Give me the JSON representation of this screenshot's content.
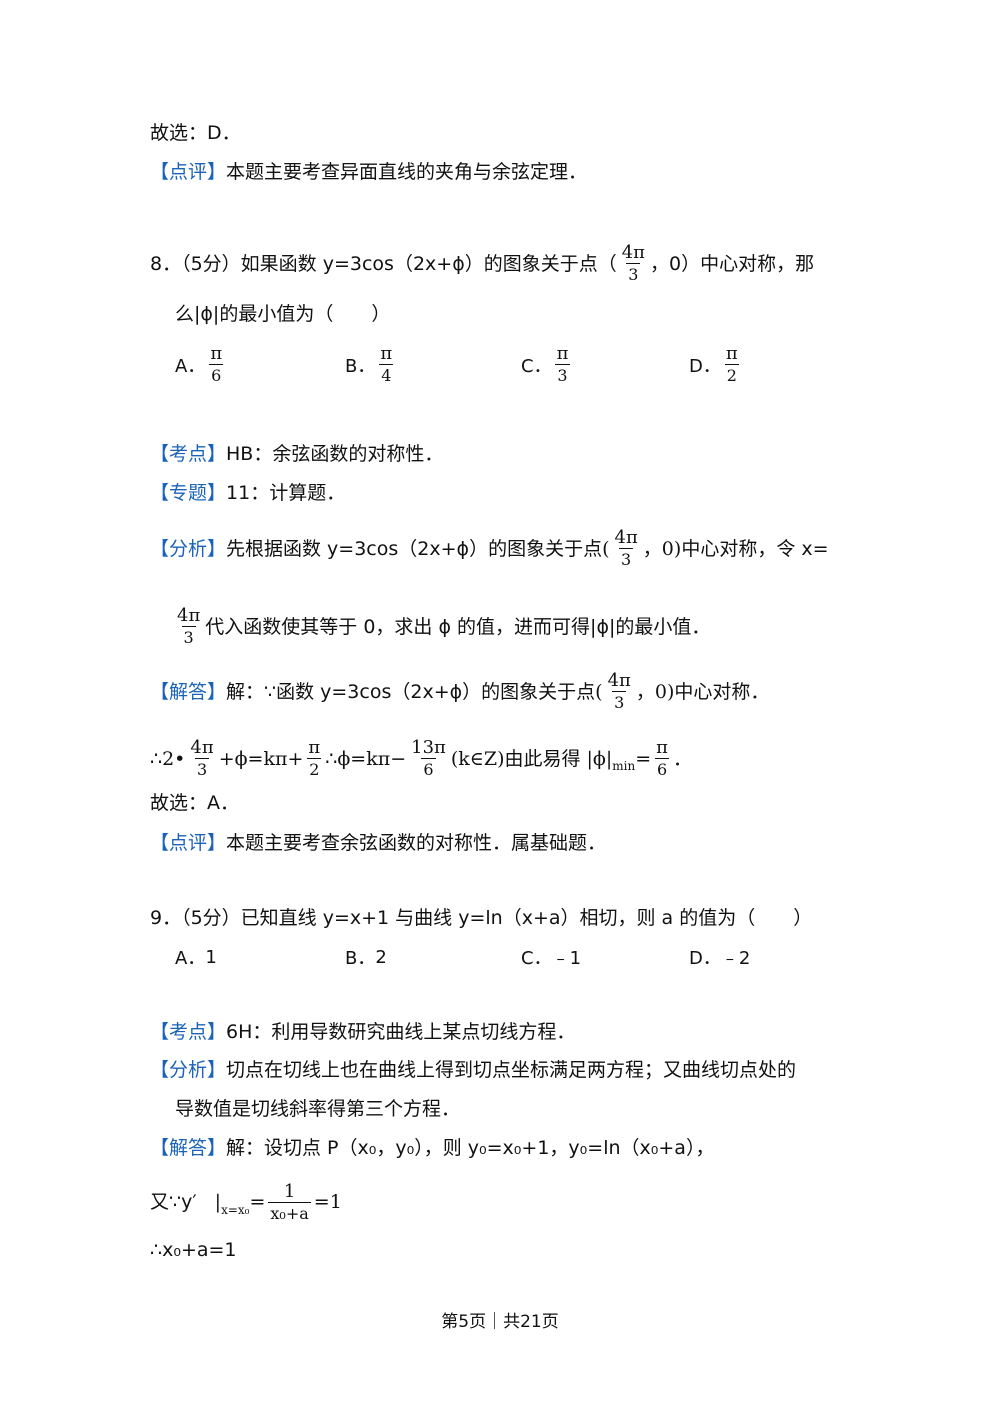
{
  "top": {
    "answer_d": "故选：D．",
    "review_tag": "【点评】",
    "review_text": "本题主要考查异面直线的夹角与余弦定理．"
  },
  "q8": {
    "stem_a": "8．（5分）如果函数 y=3cos（2x+ϕ）的图象关于点（",
    "frac_num": "4π",
    "frac_den": "3",
    "stem_b": "，0）中心对称，那",
    "stem_c": "么|ϕ|的最小值为（　　）",
    "options": [
      {
        "label": "A．",
        "num": "π",
        "den": "6"
      },
      {
        "label": "B．",
        "num": "π",
        "den": "4"
      },
      {
        "label": "C．",
        "num": "π",
        "den": "3"
      },
      {
        "label": "D．",
        "num": "π",
        "den": "2"
      }
    ],
    "kaodian_tag": "【考点】",
    "kaodian_text": "HB：余弦函数的对称性．",
    "zhuanti_tag": "【专题】",
    "zhuanti_text": "11：计算题．",
    "fenxi_tag": "【分析】",
    "fenxi_a": "先根据函数 y=3cos（2x+ϕ）的图象关于点",
    "fenxi_paren_open": "(",
    "fenxi_num": "4π",
    "fenxi_den": "3",
    "fenxi_b": "，0)",
    "fenxi_c": "中心对称，令 x=",
    "fenxi2_num": "4π",
    "fenxi2_den": "3",
    "fenxi2_text": "代入函数使其等于 0，求出 ϕ 的值，进而可得|ϕ|的最小值．",
    "jieda_tag": "【解答】",
    "jieda_a": "解：∵函数 y=3cos（2x+ϕ）的图象关于点",
    "jieda_paren_open": "(",
    "jieda_num": "4π",
    "jieda_den": "3",
    "jieda_b": "，0)",
    "jieda_c": "中心对称．",
    "eq_a": "∴2•",
    "eq_f1_num": "4π",
    "eq_f1_den": "3",
    "eq_b": "+ϕ=kπ+",
    "eq_f2_num": "π",
    "eq_f2_den": "2",
    "eq_c": "∴ϕ=kπ−",
    "eq_f3_num": "13π",
    "eq_f3_den": "6",
    "eq_d": "(k∈Z)",
    "eq_e": "由此易得",
    "eq_f": "|ϕ|",
    "eq_sub": "min",
    "eq_g": "=",
    "eq_f4_num": "π",
    "eq_f4_den": "6",
    "eq_h": "．",
    "answer": "故选：A．",
    "review_tag": "【点评】",
    "review_text": "本题主要考查余弦函数的对称性．属基础题．"
  },
  "q9": {
    "stem": "9．（5分）已知直线 y=x+1 与曲线 y=ln（x+a）相切，则 a 的值为（　　）",
    "options": [
      {
        "label": "A．",
        "value": "1"
      },
      {
        "label": "B．",
        "value": "2"
      },
      {
        "label": "C．",
        "value": "﹣1"
      },
      {
        "label": "D．",
        "value": "﹣2"
      }
    ],
    "kaodian_tag": "【考点】",
    "kaodian_text": "6H：利用导数研究曲线上某点切线方程．",
    "fenxi_tag": "【分析】",
    "fenxi_a": "切点在切线上也在曲线上得到切点坐标满足两方程；又曲线切点处的",
    "fenxi_b": "导数值是切线斜率得第三个方程．",
    "jieda_tag": "【解答】",
    "jieda_text": "解：设切点 P（x₀，y₀），则 y₀=x₀+1，y₀=ln（x₀+a），",
    "eq1_a": "又∵y′",
    "eq1_bar": "|",
    "eq1_sub": "x=x₀",
    "eq1_eq": "=",
    "eq1_num": "1",
    "eq1_den": "x₀+a",
    "eq1_b": "=1",
    "eq2": "∴x₀+a=1"
  },
  "footer": "第5页｜共21页"
}
